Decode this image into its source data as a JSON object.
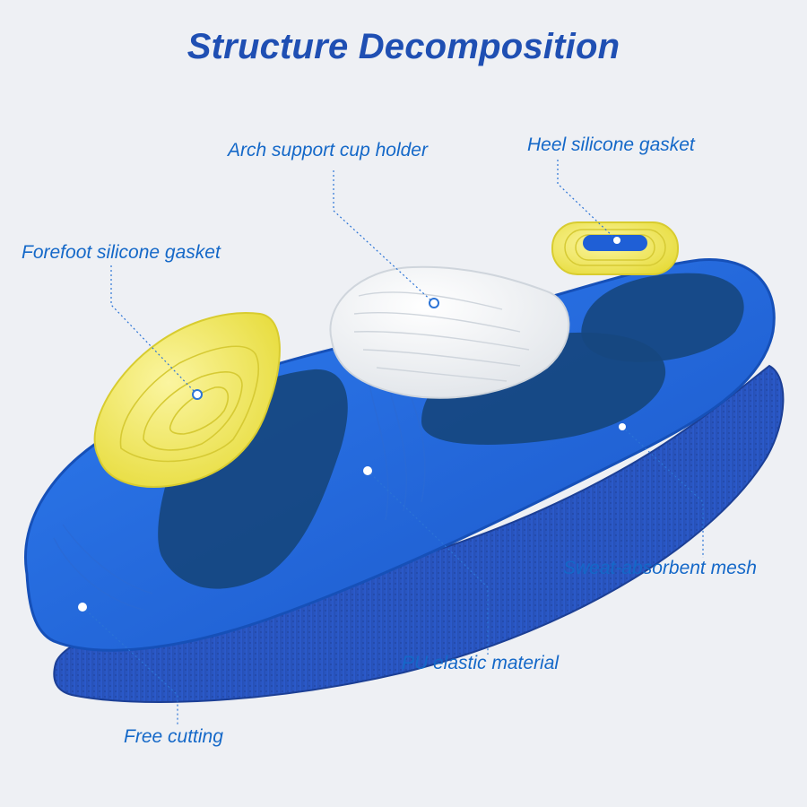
{
  "title": "Structure Decomposition",
  "labels": {
    "arch": "Arch support cup holder",
    "heel": "Heel silicone gasket",
    "forefoot": "Forefoot silicone gasket",
    "mesh": "Sweat-absorbent mesh",
    "pu": "PU elastic material",
    "free_cutting": "Free cutting"
  },
  "colors": {
    "background": "#eef0f4",
    "title": "#1f4fb3",
    "label": "#1468c8",
    "insole_blue": "#1d63d8",
    "insole_dark": "#14437f",
    "gasket_yellow": "#f0e85a",
    "arch_white": "#f4f5f7"
  }
}
